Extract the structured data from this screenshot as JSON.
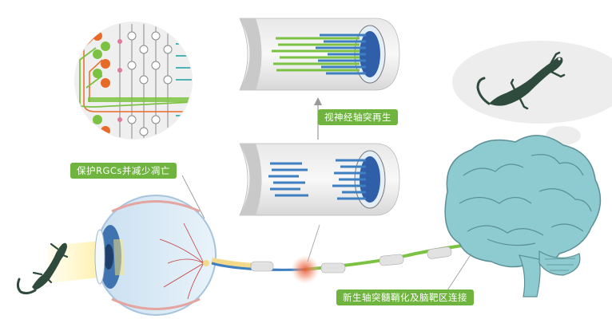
{
  "labels": {
    "protect_rgcs": "保护RGCs并减少凋亡",
    "axon_regeneration": "视神经轴突再生",
    "new_axon_connection": "新生轴突髓鞘化及脑靶区连接"
  },
  "icons": [
    "retina-circuit-icon",
    "optic-nerve-tube-icon",
    "brain-icon",
    "gecko-icon",
    "eye-icon",
    "thought-bubble-icon",
    "injury-site-icon"
  ],
  "colors": {
    "label_green": "#6fb43f",
    "nerve_blue": "#3d7fc0",
    "nerve_green": "#7cc242",
    "brain_teal": "#8ecbd0",
    "gecko_dark": "#2f4b3e",
    "neuron_orange": "#e86a2a"
  }
}
